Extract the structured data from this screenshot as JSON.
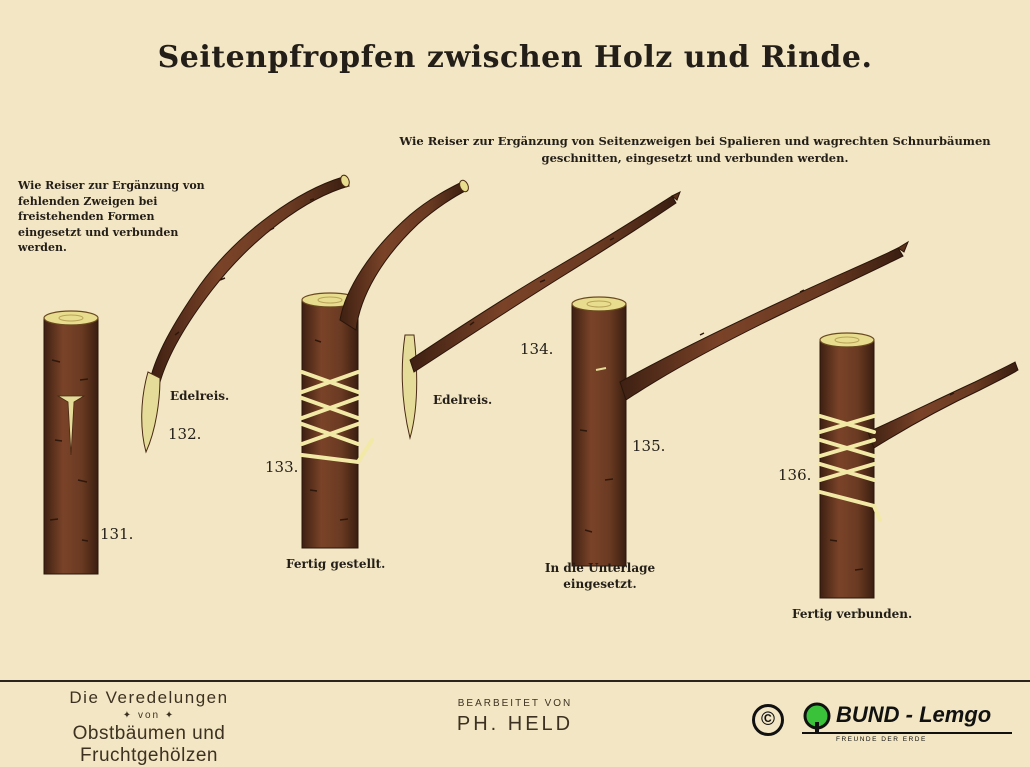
{
  "title": "Seitenpfropfen zwischen Holz und Rinde.",
  "caption_right": "Wie Reiser zur Ergänzung von Seitenzweigen bei Spalieren und wagrechten Schnurbäumen geschnitten, eingesetzt und verbunden werden.",
  "caption_left": "Wie Reiser zur Ergänzung von fehlenden Zweigen bei freistehenden Formen eingesetzt und verbunden werden.",
  "figures": {
    "f131": "131.",
    "f132": "132.",
    "f133": "133.",
    "f134": "134.",
    "f135": "135.",
    "f136": "136."
  },
  "labels": {
    "edelreis_1": "Edelreis.",
    "edelreis_2": "Edelreis.",
    "fertig_gestellt": "Fertig gestellt.",
    "unterlage_1": "In die Unterlage",
    "unterlage_2": "eingesetzt.",
    "fertig_verbunden": "Fertig verbunden."
  },
  "footer": {
    "left_line1": "Die Veredelungen",
    "left_line2": "✦ von ✦",
    "left_line3": "Obstbäumen und Fruchtgehölzen",
    "mid_line1": "BEARBEITET VON",
    "mid_line2": "PH. HELD",
    "copyright_symbol": "©",
    "bund_name": "BUND - Lemgo",
    "bund_sub": "FREUNDE DER ERDE"
  },
  "colors": {
    "background": "#f3e6c4",
    "bark": "#6b3a22",
    "bark_dark": "#3e2012",
    "cut_wood": "#eadf8f",
    "binding": "#f2e9a6",
    "bund_green": "#39c23a"
  }
}
